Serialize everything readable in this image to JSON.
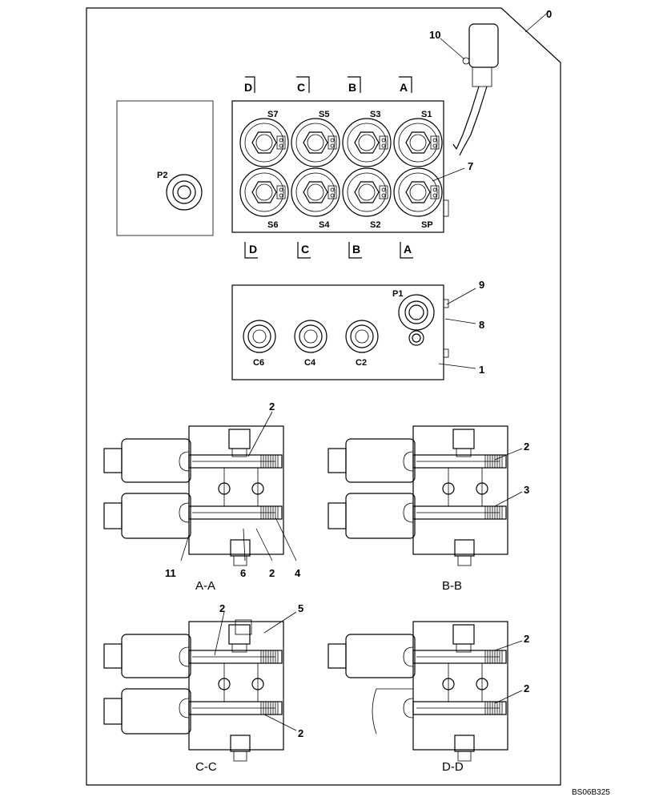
{
  "frame_number": "0",
  "drawing_code": "BS06B325",
  "callouts": [
    "1",
    "2",
    "3",
    "4",
    "5",
    "6",
    "7",
    "8",
    "9",
    "10",
    "11"
  ],
  "section_markers_top": [
    "D",
    "C",
    "B",
    "A"
  ],
  "section_markers_bottom": [
    "D",
    "C",
    "B",
    "A"
  ],
  "top_view": {
    "solenoids_top": [
      "S7",
      "S5",
      "S3",
      "S1"
    ],
    "solenoids_bottom": [
      "S6",
      "S4",
      "S2",
      "SP"
    ],
    "side_port": "P2"
  },
  "front_view": {
    "ports": [
      "C6",
      "C4",
      "C2"
    ],
    "pressure_port": "P1"
  },
  "sections": [
    "A-A",
    "B-B",
    "C-C",
    "D-D"
  ]
}
